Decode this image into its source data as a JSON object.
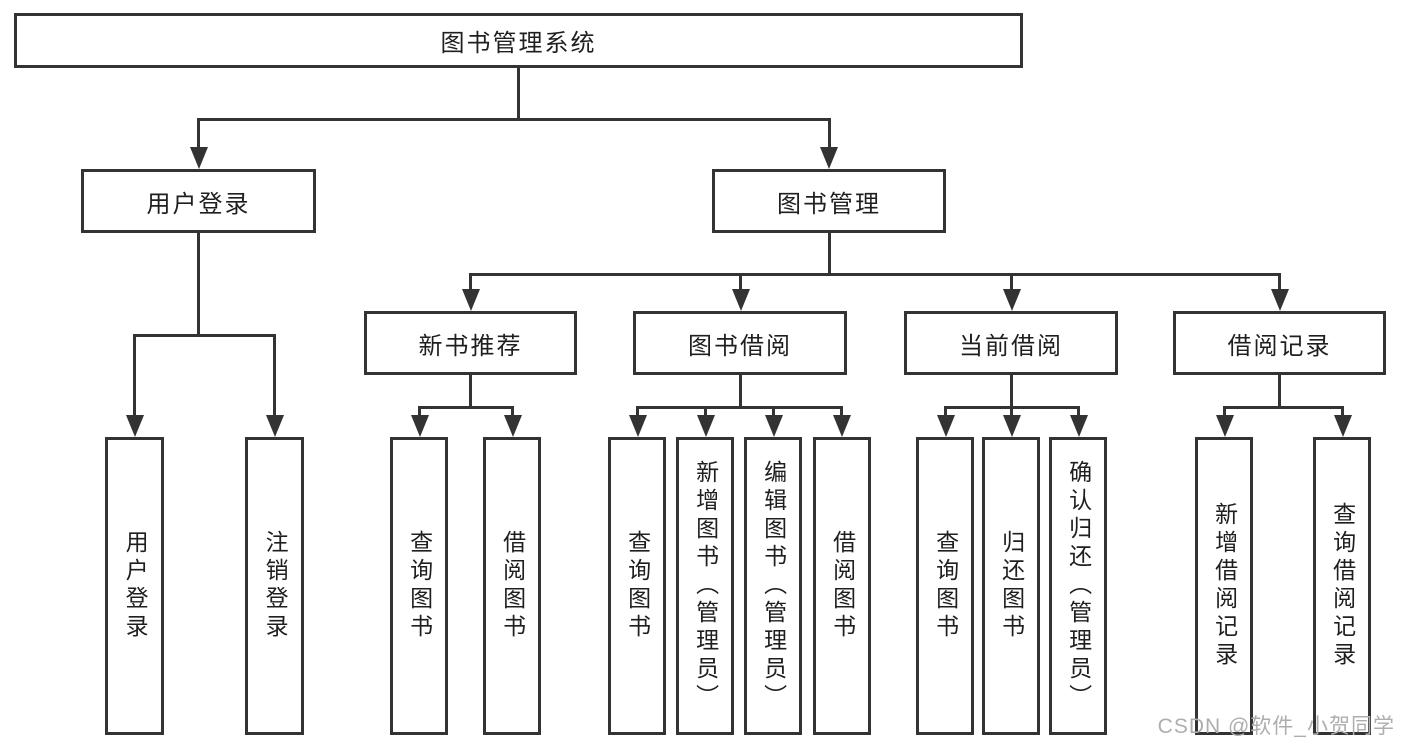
{
  "diagram": {
    "root": {
      "label": "图书管理系统"
    },
    "level2": [
      {
        "label": "用户登录"
      },
      {
        "label": "图书管理"
      }
    ],
    "level3": [
      {
        "label": "新书推荐"
      },
      {
        "label": "图书借阅"
      },
      {
        "label": "当前借阅"
      },
      {
        "label": "借阅记录"
      }
    ],
    "leaves": {
      "user": [
        {
          "label": "用户登录"
        },
        {
          "label": "注销登录"
        }
      ],
      "recommend": [
        {
          "label": "查询图书"
        },
        {
          "label": "借阅图书"
        }
      ],
      "borrow": [
        {
          "label": "查询图书"
        },
        {
          "label": "新增图书（管理员）"
        },
        {
          "label": "编辑图书（管理员）"
        },
        {
          "label": "借阅图书"
        }
      ],
      "current": [
        {
          "label": "查询图书"
        },
        {
          "label": "归还图书"
        },
        {
          "label": "确认归还（管理员）"
        }
      ],
      "records": [
        {
          "label": "新增借阅记录"
        },
        {
          "label": "查询借阅记录"
        }
      ]
    },
    "watermark": "CSDN @软件_小贺同学",
    "colors": {
      "line": "#333333",
      "text": "#1f1f1f",
      "background": "#ffffff",
      "watermark": "#aeaeae"
    }
  }
}
